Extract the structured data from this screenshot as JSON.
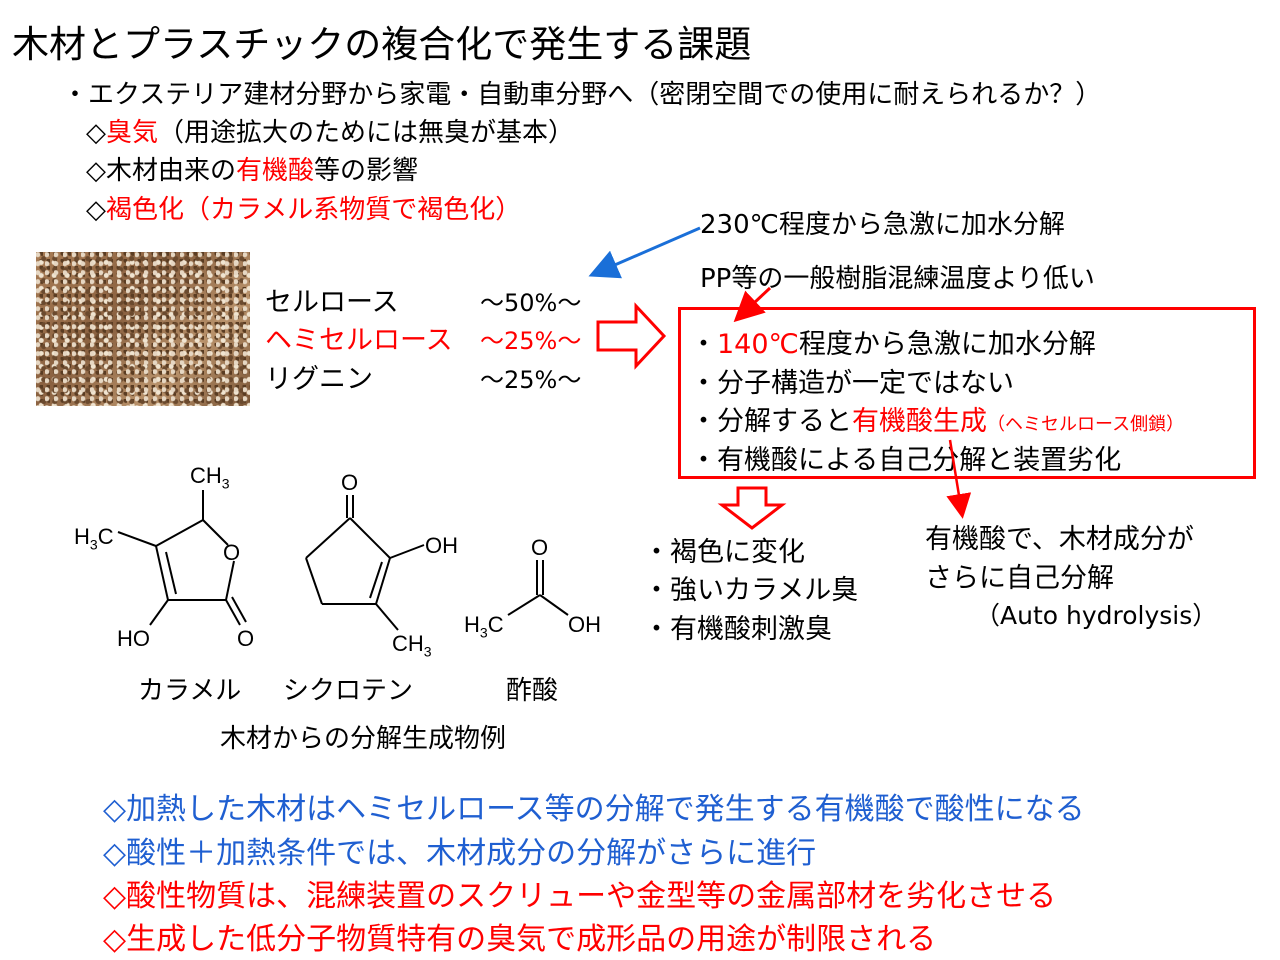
{
  "title": "木材とプラスチックの複合化で発生する課題",
  "intro": {
    "line": "・エクステリア建材分野から家電・自動車分野へ（密閉空間での使用に耐えられるか？）",
    "items": [
      {
        "marker": "◇",
        "highlight": "臭気",
        "rest": "（用途拡大のためには無臭が基本）"
      },
      {
        "marker": "◇",
        "pre": "木材由来の",
        "highlight": "有機酸",
        "rest": "等の影響"
      },
      {
        "marker": "◇",
        "highlight": "褐色化（カラメル系物質で褐色化）"
      }
    ]
  },
  "notes": {
    "hydrolysis_230": "230℃程度から急激に加水分解",
    "pp_temp": "PP等の一般樹脂混練温度より低い",
    "auto1": "有機酸で、木材成分が",
    "auto2": "さらに自己分解",
    "auto3": "（Auto hydrolysis）"
  },
  "components": [
    {
      "name": "セルロース",
      "value": "～50%～",
      "highlight": false
    },
    {
      "name": "ヘミセルロース",
      "value": "～25%～",
      "highlight": true
    },
    {
      "name": "リグニン",
      "value": "～25%～",
      "highlight": false
    }
  ],
  "box": {
    "item1_temp": "140℃",
    "item1_rest": "程度から急激に加水分解",
    "item2": "・分子構造が一定ではない",
    "item3_pre": "・分解すると",
    "item3_red": "有機酸生成",
    "item3_small": "（ヘミセルロース側鎖）",
    "item4": "・有機酸による自己分解と装置劣化",
    "bullet": "・"
  },
  "effects": [
    "・褐色に変化",
    "・強いカラメル臭",
    "・有機酸刺激臭"
  ],
  "molecules": {
    "names": [
      "カラメル",
      "シクロテン",
      "酢酸"
    ],
    "caption": "木材からの分解生成物例",
    "labels": {
      "ch3": "CH",
      "h3c": "H",
      "sub3": "3",
      "c": "C",
      "o": "O",
      "ho": "HO",
      "oh": "OH"
    }
  },
  "conclusions": [
    {
      "text": "◇加熱した木材はヘミセルロース等の分解で発生する有機酸で酸性になる",
      "color": "#1f5fd1"
    },
    {
      "text": "◇酸性＋加熱条件では、木材成分の分解がさらに進行",
      "color": "#1f5fd1"
    },
    {
      "text": "◇酸性物質は、混練装置のスクリューや金型等の金属部材を劣化させる",
      "color": "#ff0000"
    },
    {
      "text": "◇生成した低分子物質特有の臭気で成形品の用途が制限される",
      "color": "#ff0000"
    }
  ],
  "colors": {
    "red": "#ff0000",
    "blue": "#1f5fd1",
    "arrow_blue": "#1a6fd8"
  }
}
